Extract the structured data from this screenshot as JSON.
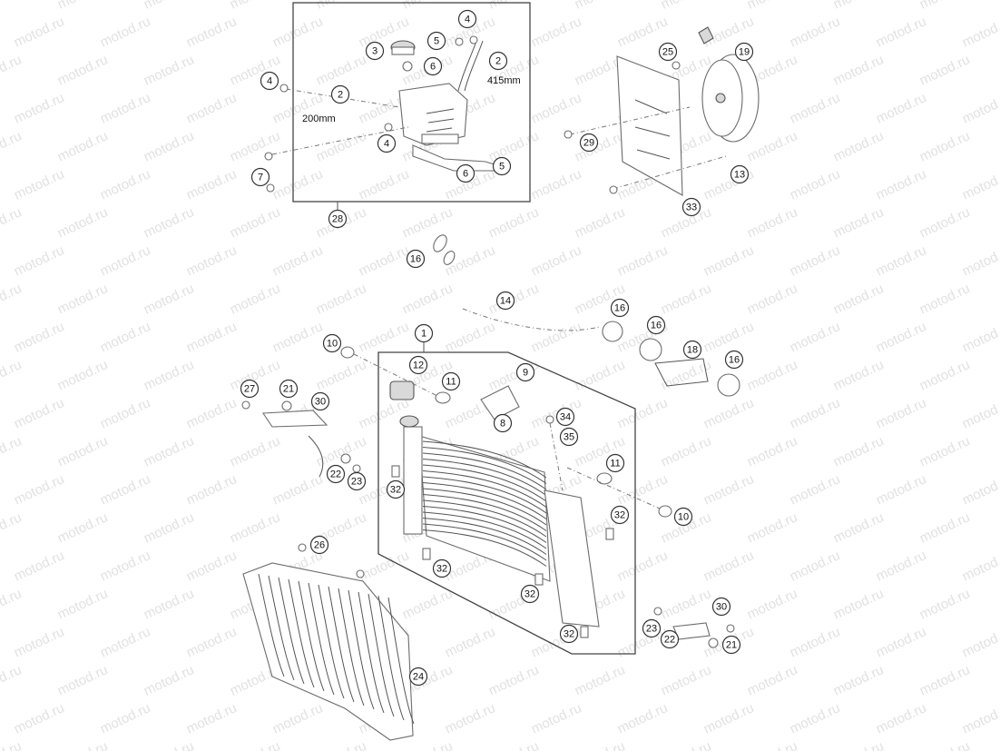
{
  "watermark": "motod.ru",
  "dimensions": {
    "left_hose_length": "200mm",
    "right_hose_length": "415mm"
  },
  "callouts": [
    {
      "id": "c1",
      "label": "1"
    },
    {
      "id": "c2a",
      "label": "2"
    },
    {
      "id": "c2b",
      "label": "2"
    },
    {
      "id": "c3",
      "label": "3"
    },
    {
      "id": "c4a",
      "label": "4"
    },
    {
      "id": "c4b",
      "label": "4"
    },
    {
      "id": "c4c",
      "label": "4"
    },
    {
      "id": "c5a",
      "label": "5"
    },
    {
      "id": "c5b",
      "label": "5"
    },
    {
      "id": "c6a",
      "label": "6"
    },
    {
      "id": "c6b",
      "label": "6"
    },
    {
      "id": "c7",
      "label": "7"
    },
    {
      "id": "c8",
      "label": "8"
    },
    {
      "id": "c9",
      "label": "9"
    },
    {
      "id": "c10a",
      "label": "10"
    },
    {
      "id": "c10b",
      "label": "10"
    },
    {
      "id": "c11a",
      "label": "11"
    },
    {
      "id": "c11b",
      "label": "11"
    },
    {
      "id": "c12",
      "label": "12"
    },
    {
      "id": "c13",
      "label": "13"
    },
    {
      "id": "c14",
      "label": "14"
    },
    {
      "id": "c16a",
      "label": "16"
    },
    {
      "id": "c16b",
      "label": "16"
    },
    {
      "id": "c16c",
      "label": "16"
    },
    {
      "id": "c16d",
      "label": "16"
    },
    {
      "id": "c18",
      "label": "18"
    },
    {
      "id": "c19",
      "label": "19"
    },
    {
      "id": "c21a",
      "label": "21"
    },
    {
      "id": "c21b",
      "label": "21"
    },
    {
      "id": "c22a",
      "label": "22"
    },
    {
      "id": "c22b",
      "label": "22"
    },
    {
      "id": "c23a",
      "label": "23"
    },
    {
      "id": "c23b",
      "label": "23"
    },
    {
      "id": "c24",
      "label": "24"
    },
    {
      "id": "c25",
      "label": "25"
    },
    {
      "id": "c26",
      "label": "26"
    },
    {
      "id": "c27",
      "label": "27"
    },
    {
      "id": "c28",
      "label": "28"
    },
    {
      "id": "c29",
      "label": "29"
    },
    {
      "id": "c30a",
      "label": "30"
    },
    {
      "id": "c30b",
      "label": "30"
    },
    {
      "id": "c32a",
      "label": "32"
    },
    {
      "id": "c32b",
      "label": "32"
    },
    {
      "id": "c32c",
      "label": "32"
    },
    {
      "id": "c32d",
      "label": "32"
    },
    {
      "id": "c32e",
      "label": "32"
    },
    {
      "id": "c33",
      "label": "33"
    },
    {
      "id": "c34",
      "label": "34"
    },
    {
      "id": "c35",
      "label": "35"
    }
  ]
}
